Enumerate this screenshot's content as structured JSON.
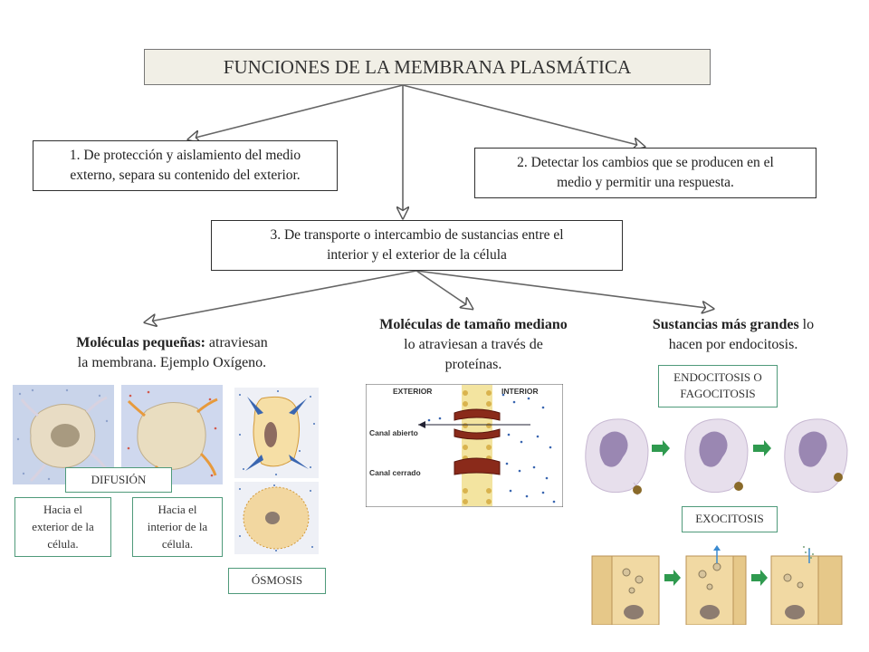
{
  "title": "FUNCIONES DE LA MEMBRANA PLASMÁTICA",
  "functions": [
    {
      "lines": [
        "1. De protección y aislamiento del  medio",
        "externo, separa su contenido del exterior."
      ]
    },
    {
      "lines": [
        "2. Detectar los cambios que se producen en el",
        "medio y permitir una respuesta."
      ]
    },
    {
      "lines": [
        "3. De transporte o intercambio  de sustancias entre el",
        "interior y el exterior de la célula"
      ]
    }
  ],
  "small_molecules": {
    "bold": "Moléculas pequeñas:",
    "rest": " atraviesan",
    "line2": "la membrana. Ejemplo Oxígeno."
  },
  "medium_molecules": {
    "bold": "Moléculas  de tamaño mediano",
    "line2": "lo atraviesan a través de",
    "line3": "proteínas."
  },
  "large_substances": {
    "bold": "Sustancias más grandes",
    "rest": " lo",
    "line2": "hacen por endocitosis."
  },
  "labels": {
    "difusion": "DIFUSIÓN",
    "osmosis": "ÓSMOSIS",
    "endocitosis": [
      "ENDOCITOSIS O",
      "FAGOCITOSIS"
    ],
    "exocitosis": "EXOCITOSIS",
    "hacia_exterior": [
      "Hacia el",
      "exterior de la",
      "célula."
    ],
    "hacia_interior": [
      "Hacia el",
      "interior de la",
      "célula."
    ]
  },
  "channel_figure": {
    "exterior": "EXTERIOR",
    "interior": "INTERIOR",
    "open": "Canal abierto",
    "closed": "Canal cerrado"
  },
  "colors": {
    "accent_border": "#4f9a7a",
    "arrow_fill": "#9bbf5a",
    "title_bg": "#f1efe6",
    "step_arrow": "#2f9a4f"
  }
}
